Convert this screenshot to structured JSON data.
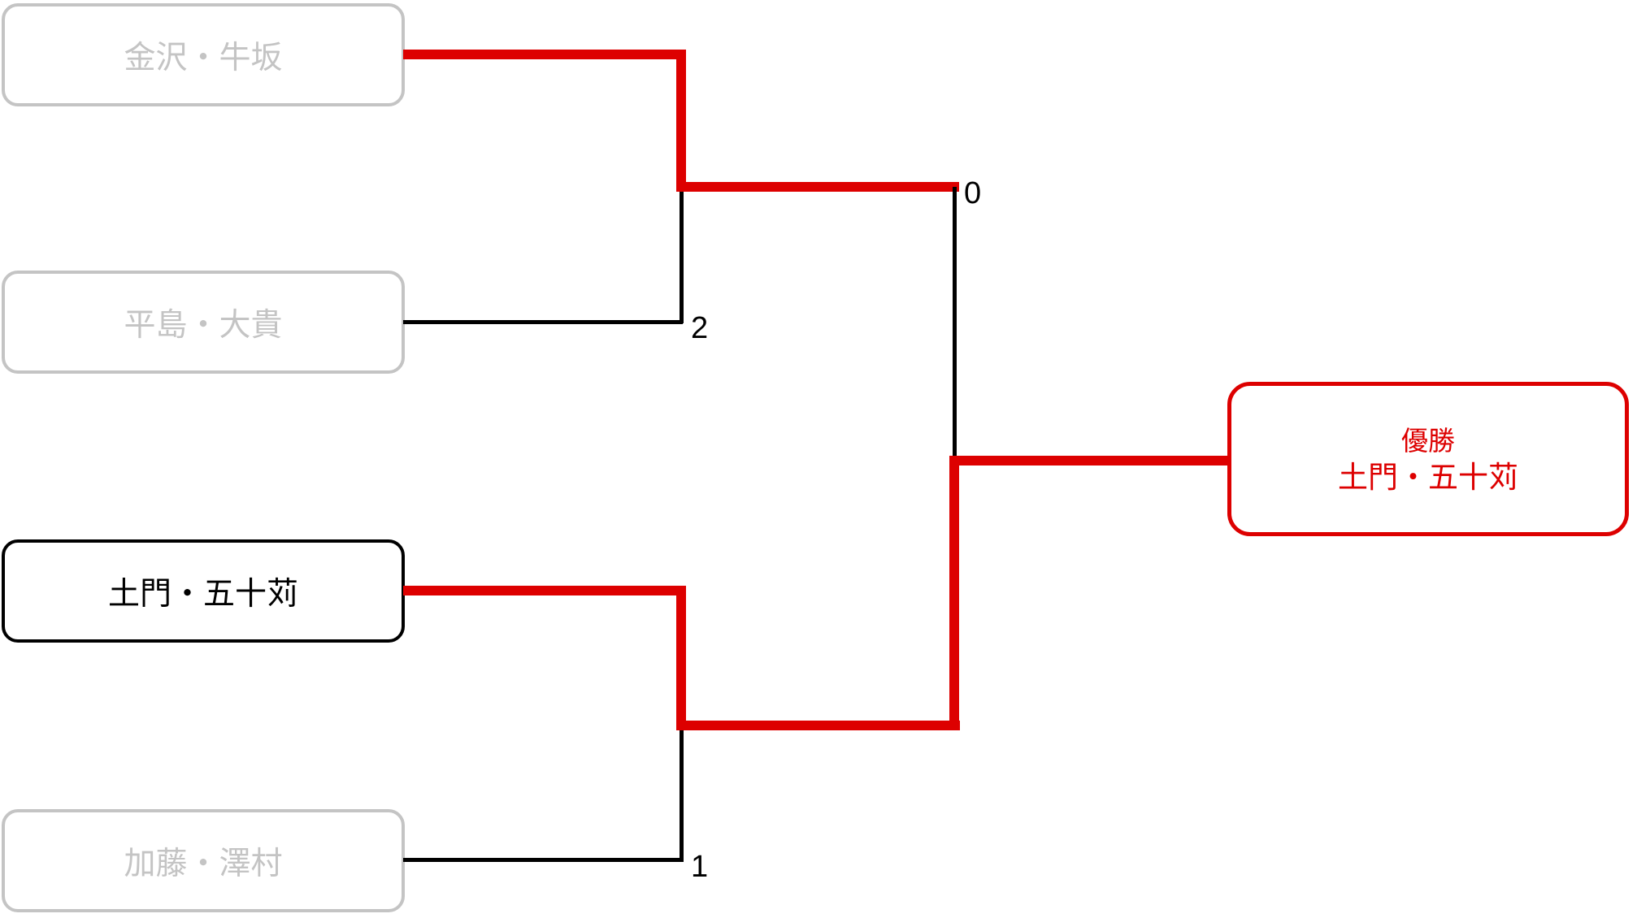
{
  "tournament": {
    "entrants": [
      {
        "name": "金沢・牛坂",
        "grayed": true
      },
      {
        "name": "平島・大貴",
        "grayed": true
      },
      {
        "name": "土門・五十苅",
        "grayed": false
      },
      {
        "name": "加藤・澤村",
        "grayed": true
      }
    ],
    "champion": {
      "title": "優勝",
      "name": "土門・五十苅"
    },
    "scores": [
      {
        "value": "0",
        "position": "final-top-entrant"
      },
      {
        "value": "2",
        "position": "semifinal1-bottom-entrant"
      },
      {
        "value": "1",
        "position": "semifinal2-bottom-entrant"
      }
    ],
    "colors": {
      "highlight": "#dd0000",
      "line": "#000000",
      "muted": "#c4c4c4"
    }
  }
}
